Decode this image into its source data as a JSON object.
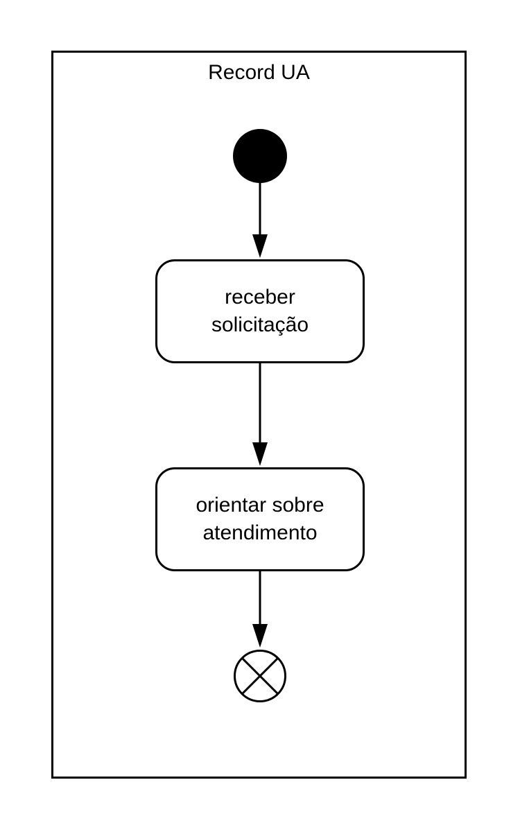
{
  "diagram": {
    "partition_title": "Record UA",
    "nodes": [
      {
        "kind": "initial"
      },
      {
        "kind": "action",
        "lines": [
          "receber",
          "solicitação"
        ]
      },
      {
        "kind": "action",
        "lines": [
          "orientar sobre",
          "atendimento"
        ]
      },
      {
        "kind": "final"
      }
    ],
    "edges": [
      {
        "from": "initial",
        "to": "action-1"
      },
      {
        "from": "action-1",
        "to": "action-2"
      },
      {
        "from": "action-2",
        "to": "final"
      }
    ]
  }
}
